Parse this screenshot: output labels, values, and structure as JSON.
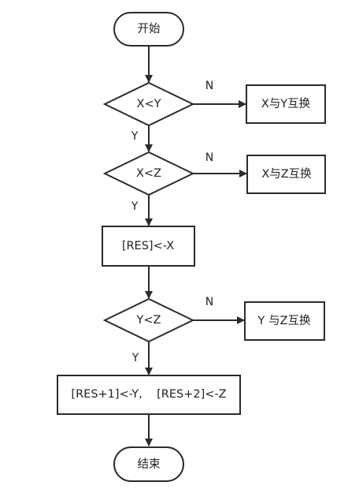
{
  "nodes": {
    "start": "开始",
    "cmp_xy": "X<Y",
    "swap_xy": "X与Y互换",
    "cmp_xz": "X<Z",
    "swap_xz": "X与Z互换",
    "assign_x": "[RES]<-X",
    "cmp_yz": "Y<Z",
    "swap_yz": "Y 与Z互换",
    "assign_yz": "[RES+1]<-Y,    [RES+2]<-Z",
    "end": "结束"
  },
  "labels": {
    "no": "N",
    "yes": "Y"
  },
  "colors": {
    "stroke": "#2b2b2b",
    "fill": "#ffffff",
    "text": "#222222"
  }
}
